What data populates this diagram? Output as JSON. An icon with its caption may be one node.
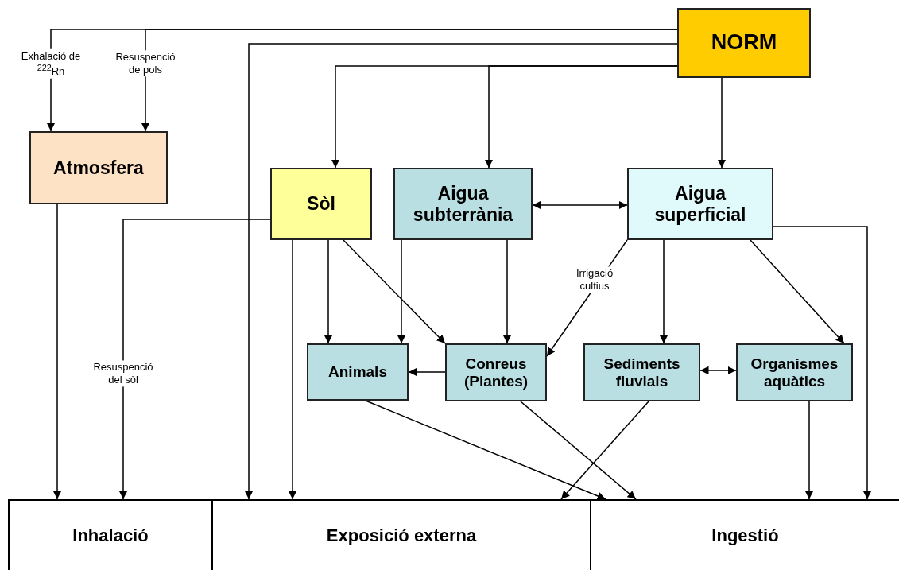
{
  "diagram": {
    "nodes": [
      {
        "text": [
          "NORM"
        ]
      },
      {
        "text": [
          "Atmosfera"
        ]
      },
      {
        "text": [
          "Sòl"
        ]
      },
      {
        "text": [
          "Aigua subterrània"
        ]
      },
      {
        "text": [
          "Aigua superficial"
        ]
      },
      {
        "text": [
          "Animals"
        ]
      },
      {
        "text": [
          "Conreus (Plantes)"
        ]
      },
      {
        "text": [
          "Sediments fluvials"
        ]
      },
      {
        "text": [
          "Organismes aquàtics"
        ]
      },
      {
        "text": [
          "Inhalació"
        ]
      },
      {
        "text": [
          "Exposició externa"
        ]
      },
      {
        "text": [
          "Ingestió"
        ]
      }
    ],
    "edges": [
      {
        "from": 0,
        "to": 1,
        "arrow": "to",
        "label": "Exhalació de $^{222}$Rn"
      },
      {
        "from": 0,
        "to": 1,
        "arrow": "to",
        "label": "Resuspenció de pols"
      },
      {
        "from": 0,
        "to": 10,
        "arrow": "to"
      },
      {
        "from": 0,
        "to": 2,
        "arrow": "to"
      },
      {
        "from": 0,
        "to": 3,
        "arrow": "to"
      },
      {
        "from": 0,
        "to": 4,
        "arrow": "to"
      },
      {
        "from": 3,
        "to": 4,
        "arrow": "both"
      },
      {
        "from": 1,
        "to": 9,
        "arrow": "to"
      },
      {
        "from": 2,
        "to": 9,
        "arrow": "to",
        "label": "Resuspenció del sòl"
      },
      {
        "from": 2,
        "to": 10,
        "arrow": "to"
      },
      {
        "from": 2,
        "to": 5,
        "arrow": "to"
      },
      {
        "from": 2,
        "to": 6,
        "arrow": "to"
      },
      {
        "from": 3,
        "to": 5,
        "arrow": "to"
      },
      {
        "from": 3,
        "to": 6,
        "arrow": "to"
      },
      {
        "from": 4,
        "to": 6,
        "arrow": "to",
        "label": "Irrigació cultius"
      },
      {
        "from": 4,
        "to": 7,
        "arrow": "to"
      },
      {
        "from": 4,
        "to": 8,
        "arrow": "to"
      },
      {
        "from": 4,
        "to": 11,
        "arrow": "to"
      },
      {
        "from": 6,
        "to": 5,
        "arrow": "to"
      },
      {
        "from": 7,
        "to": 8,
        "arrow": "both"
      },
      {
        "from": 5,
        "to": 11,
        "arrow": "to"
      },
      {
        "from": 6,
        "to": 11,
        "arrow": "to"
      },
      {
        "from": 7,
        "to": 10,
        "arrow": "to"
      },
      {
        "from": 8,
        "to": 11,
        "arrow": "to"
      }
    ]
  }
}
